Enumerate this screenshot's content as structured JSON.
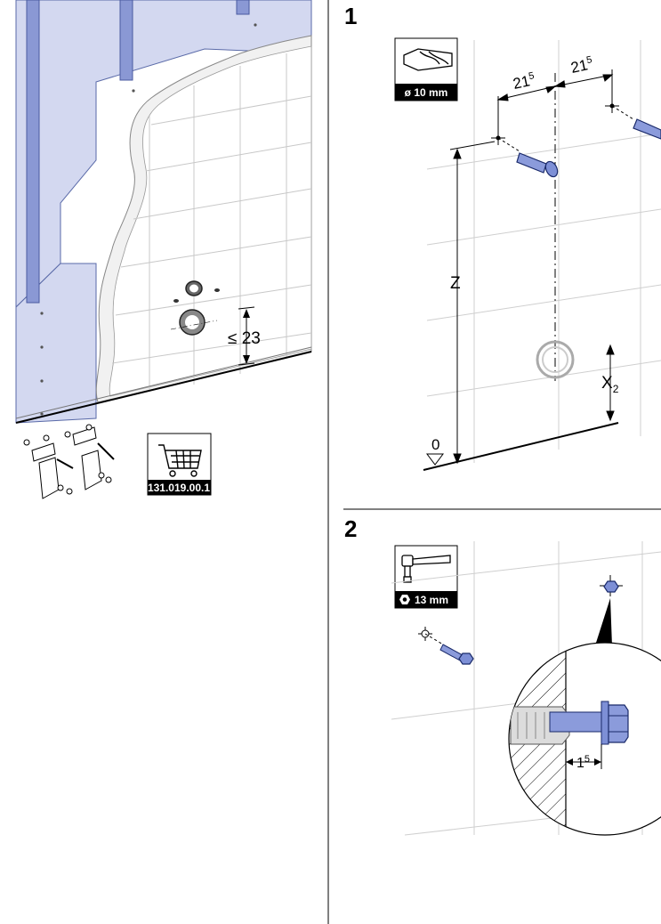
{
  "steps": [
    {
      "number": "1",
      "tool": "drill-bit",
      "tool_label": "ø 10 mm",
      "dims": {
        "spacing_base": "21",
        "spacing_sup": "5",
        "height": "Z",
        "offset_base": "X",
        "offset_sub": "2",
        "zero": "0"
      }
    },
    {
      "number": "2",
      "tool": "socket-wrench",
      "tool_label": "13 mm",
      "dims": {
        "gap_base": "1",
        "gap_sup": "5"
      }
    }
  ],
  "left_panel": {
    "max_depth": "≤ 23",
    "order_code": "131.019.00.1"
  },
  "colors": {
    "frame": "#7f8fcc",
    "board": "#cfd5ef",
    "bolt": "#7d8fd6",
    "tile_line": "#c8c8c8"
  }
}
